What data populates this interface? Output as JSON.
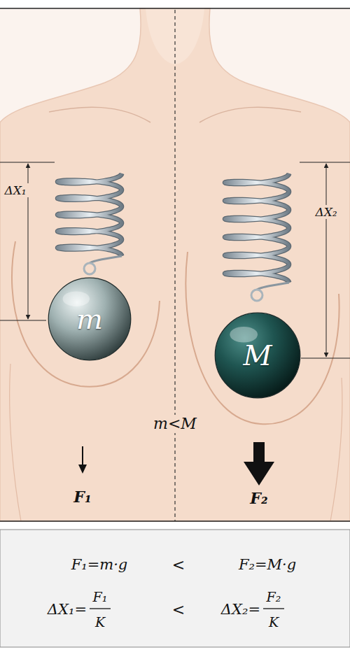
{
  "diagram": {
    "nodes": [
      {
        "text": [
          "m"
        ]
      },
      {
        "text": [
          "M"
        ]
      }
    ],
    "labels": [
      "ΔX₁",
      "ΔX₂",
      "m<M",
      "F₁",
      "F₂",
      "F₁=m·g",
      "<",
      "F₂=M·g",
      "ΔX₁=",
      "F₁",
      "K",
      "<",
      "ΔX₂=",
      "F₂",
      "K"
    ]
  }
}
